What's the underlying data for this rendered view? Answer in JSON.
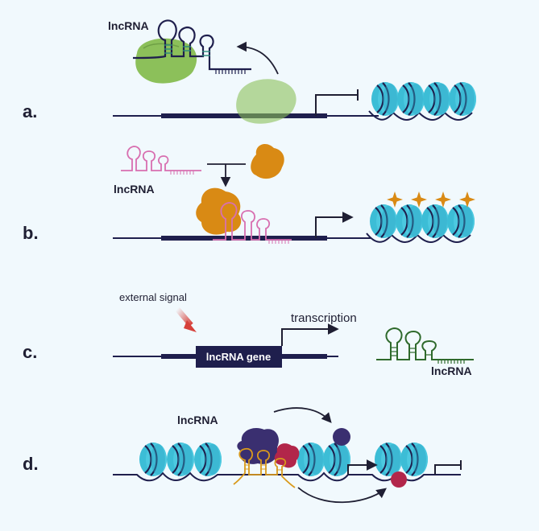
{
  "panels": {
    "a": {
      "label": "a.",
      "rna_label": "lncRNA"
    },
    "b": {
      "label": "b.",
      "rna_label": "lncRNA"
    },
    "c": {
      "label": "c.",
      "signal_label": "external signal",
      "gene_label": "lncRNA gene",
      "transcription_label": "transcription",
      "rna_label": "lncRNA"
    },
    "d": {
      "label": "d.",
      "rna_label": "lncRNA"
    }
  },
  "colors": {
    "background": "#f1f9fd",
    "dna": "#1f1f4d",
    "nucleosome": "#3cbdd6",
    "nucleosome_dark": "#1e8aa6",
    "green_protein": "#8cc05a",
    "orange_protein": "#d98a14",
    "pink_rna": "#d86fb0",
    "green_rna": "#2f6a2c",
    "orange_rna": "#d99a1c",
    "purple_protein": "#3a2f70",
    "crimson_protein": "#b2264a",
    "signal_arrow": "#d6403a"
  }
}
